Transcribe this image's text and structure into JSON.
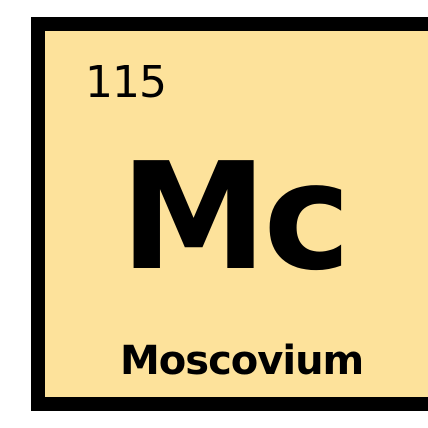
{
  "element": {
    "atomic_number": "115",
    "symbol": "Mc",
    "name": "Moscovium"
  },
  "colors": {
    "tile_background": "#fde29b",
    "border": "#000000",
    "text": "#000000"
  }
}
